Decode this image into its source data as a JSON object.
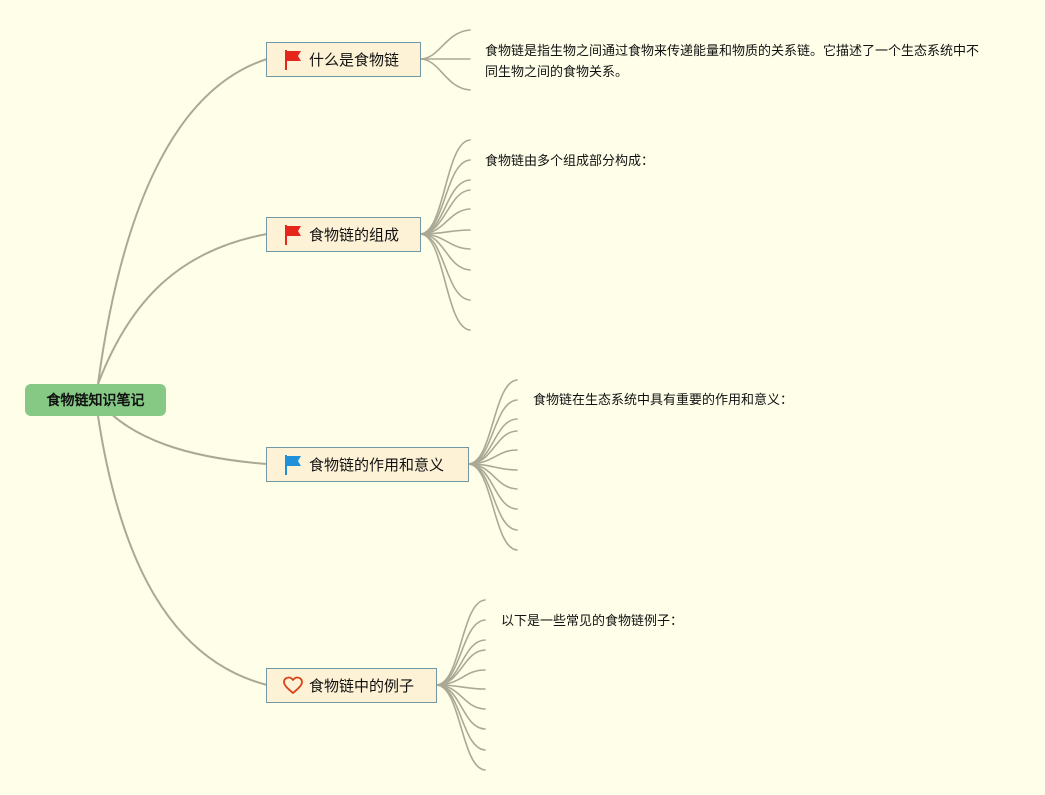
{
  "root": {
    "label": "食物链知识笔记"
  },
  "topics": [
    {
      "label": "什么是食物链",
      "icon": "red-flag-icon",
      "note": "食物链是指生物之间通过食物来传递能量和物质的关系链。它描述了一个生态系统中不同生物之间的食物关系。"
    },
    {
      "label": "食物链的组成",
      "icon": "red-flag-icon",
      "note": "食物链由多个组成部分构成："
    },
    {
      "label": "食物链的作用和意义",
      "icon": "blue-flag-icon",
      "note": "食物链在生态系统中具有重要的作用和意义："
    },
    {
      "label": "食物链中的例子",
      "icon": "heart-outline-icon",
      "note": "以下是一些常见的食物链例子："
    }
  ],
  "colors": {
    "background": "#fefee9",
    "root_fill": "#85c985",
    "topic_fill": "#fdf2d6",
    "topic_border": "#6f9aa5",
    "connector": "#a9a995",
    "red_flag": "#e5261a",
    "blue_flag": "#1f90d9",
    "heart": "#d8451b"
  }
}
